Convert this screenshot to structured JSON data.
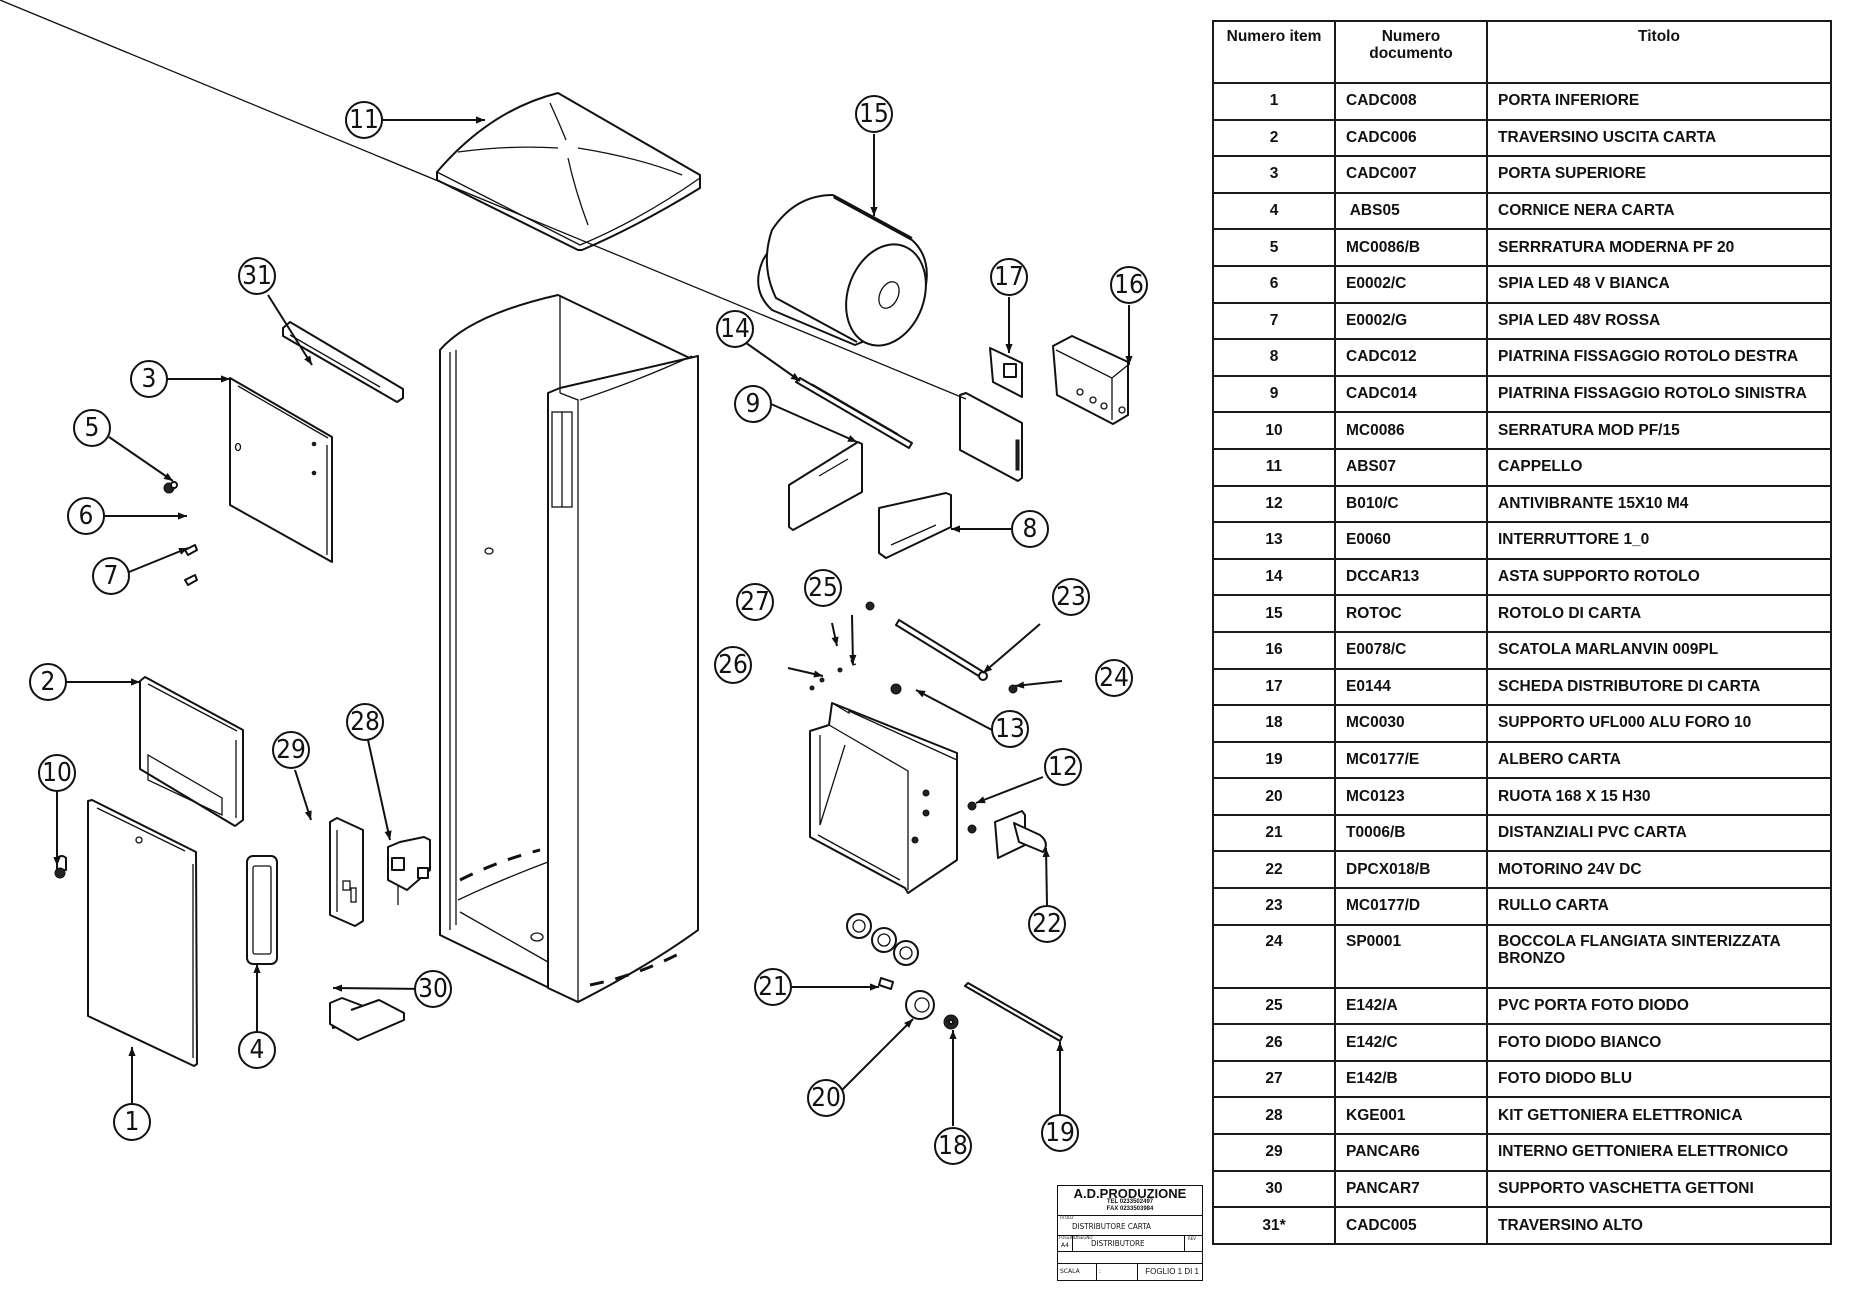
{
  "drawing": {
    "callouts": [
      "1",
      "2",
      "3",
      "4",
      "5",
      "6",
      "7",
      "8",
      "9",
      "10",
      "11",
      "12",
      "13",
      "14",
      "15",
      "16",
      "17",
      "18",
      "19",
      "20",
      "21",
      "22",
      "23",
      "24",
      "25",
      "26",
      "27",
      "28",
      "29",
      "30",
      "31"
    ]
  },
  "bom": {
    "headers": {
      "item": "Numero item",
      "doc_line1": "Numero",
      "doc_line2": "documento",
      "title": "Titolo"
    },
    "rows": [
      {
        "item": "1",
        "doc": "CADC008",
        "title": "PORTA INFERIORE"
      },
      {
        "item": "2",
        "doc": "CADC006",
        "title": "TRAVERSINO USCITA CARTA"
      },
      {
        "item": "3",
        "doc": "CADC007",
        "title": "PORTA SUPERIORE"
      },
      {
        "item": "4",
        "doc": " ABS05",
        "title": "CORNICE NERA CARTA"
      },
      {
        "item": "5",
        "doc": "MC0086/B",
        "title": "SERRRATURA MODERNA PF 20"
      },
      {
        "item": "6",
        "doc": "E0002/C",
        "title": "SPIA LED 48 V BIANCA"
      },
      {
        "item": "7",
        "doc": "E0002/G",
        "title": "SPIA LED 48V ROSSA"
      },
      {
        "item": "8",
        "doc": "CADC012",
        "title": "PIATRINA FISSAGGIO ROTOLO DESTRA"
      },
      {
        "item": "9",
        "doc": "CADC014",
        "title": "PIATRINA FISSAGGIO ROTOLO SINISTRA"
      },
      {
        "item": "10",
        "doc": "MC0086",
        "title": "SERRATURA MOD PF/15"
      },
      {
        "item": "11",
        "doc": "ABS07",
        "title": "CAPPELLO"
      },
      {
        "item": "12",
        "doc": "B010/C",
        "title": "ANTIVIBRANTE 15X10 M4"
      },
      {
        "item": "13",
        "doc": "E0060",
        "title": "INTERRUTTORE 1_0"
      },
      {
        "item": "14",
        "doc": "DCCAR13",
        "title": "ASTA SUPPORTO ROTOLO"
      },
      {
        "item": "15",
        "doc": "ROTOC",
        "title": "ROTOLO DI CARTA"
      },
      {
        "item": "16",
        "doc": "E0078/C",
        "title": "SCATOLA MARLANVIN 009PL"
      },
      {
        "item": "17",
        "doc": "E0144",
        "title": "SCHEDA DISTRIBUTORE DI CARTA"
      },
      {
        "item": "18",
        "doc": "MC0030",
        "title": "SUPPORTO UFL000 ALU FORO 10"
      },
      {
        "item": "19",
        "doc": "MC0177/E",
        "title": "ALBERO CARTA"
      },
      {
        "item": "20",
        "doc": "MC0123",
        "title": "RUOTA 168 X 15 H30"
      },
      {
        "item": "21",
        "doc": "T0006/B",
        "title": "DISTANZIALI PVC CARTA"
      },
      {
        "item": "22",
        "doc": "DPCX018/B",
        "title": "MOTORINO 24V DC"
      },
      {
        "item": "23",
        "doc": "MC0177/D",
        "title": "RULLO CARTA"
      },
      {
        "item": "24",
        "doc": "SP0001",
        "title": "BOCCOLA FLANGIATA SINTERIZZATA BRONZO",
        "tall": true
      },
      {
        "item": "25",
        "doc": "E142/A",
        "title": "PVC PORTA FOTO DIODO"
      },
      {
        "item": "26",
        "doc": "E142/C",
        "title": "FOTO DIODO BIANCO"
      },
      {
        "item": "27",
        "doc": "E142/B",
        "title": "FOTO DIODO BLU"
      },
      {
        "item": "28",
        "doc": "KGE001",
        "title": "KIT GETTONIERA ELETTRONICA"
      },
      {
        "item": "29",
        "doc": "PANCAR6",
        "title": "INTERNO GETTONIERA ELETTRONICO"
      },
      {
        "item": "30",
        "doc": "PANCAR7",
        "title": "SUPPORTO VASCHETTA GETTONI"
      },
      {
        "item": "31*",
        "doc": "CADC005",
        "title": "TRAVERSINO ALTO"
      }
    ]
  },
  "title_block": {
    "company": "A.D.PRODUZIONE",
    "tel": "TEL 0233502497",
    "fax": "FAX 0233503984",
    "titolo_label": "TITOLO",
    "titolo_value": "DISTRIBUTORE CARTA",
    "foglio_label": "FOGLIO",
    "foglio_value": "A4",
    "disegno_label": "DISEGNO",
    "disegno_value": "DISTRIBUTORE",
    "rev_label": "REV",
    "scala_label": "SCALA",
    "scala_value": ":",
    "sheet": "FOGLIO 1 DI 1"
  }
}
